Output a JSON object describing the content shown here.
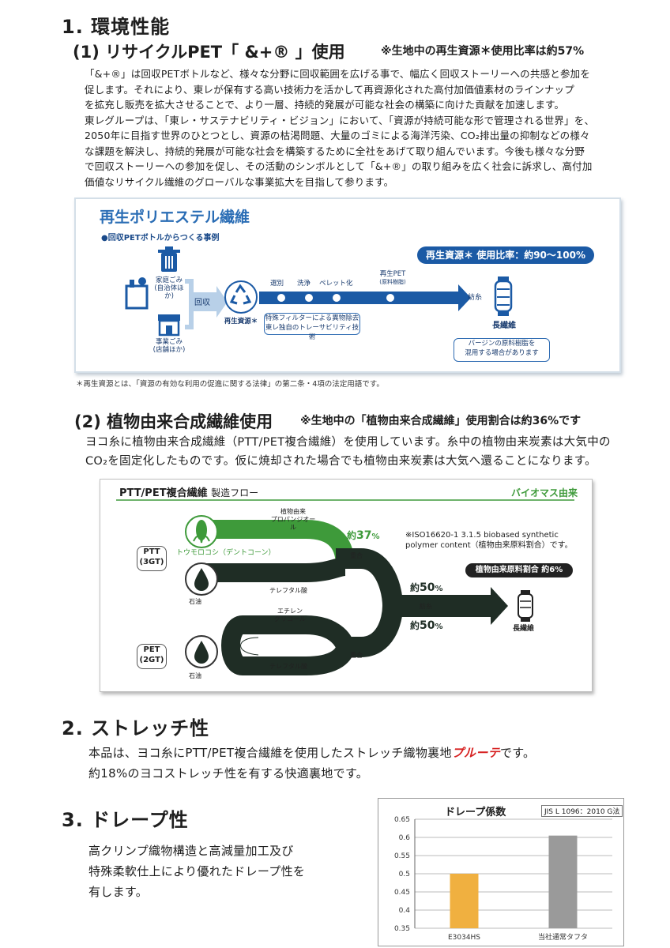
{
  "s1": {
    "title": "1. 環境性能",
    "sub_title": "(1) リサイクルPET「 &+® 」使用",
    "sub_note": "※生地中の再生資源＊使用比率は約57%",
    "para": [
      "「&+®」は回収PETボトルなど、様々な分野に回収範囲を広げる事で、幅広く回収ストーリーへの共感と参加を",
      "促します。それにより、東レが保有する高い技術力を活かして再資源化された高付加価値素材のラインナップ",
      "を拡充し販売を拡大させることで、より一層、持続的発展が可能な社会の構築に向けた貢献を加速します。",
      "東レグループは、「東レ・サステナビリティ・ビジョン」において、「資源が持続可能な形で管理される世界」を、",
      "2050年に目指す世界のひとつとし、資源の枯渇問題、大量のゴミによる海洋汚染、CO₂排出量の抑制などの様々",
      "な課題を解決し、持続的発展が可能な社会を構築するために全社をあげて取り組んでいます。今後も様々な分野",
      "で回収ストーリーへの参加を促し、その活動のシンボルとして「&+®」の取り組みを広く社会に訴求し、高付加",
      "価値なリサイクル繊維のグローバルな事業拡大を目指して参ります。"
    ]
  },
  "recycle": {
    "title": "再生ポリエステル繊維",
    "subtitle": "●回収PETボトルからつくる事例",
    "ratio_pill": "再生資源＊ 使用比率：約90〜100%",
    "home_waste": "家庭ごみ",
    "home_waste_sub": "(自治体ほか)",
    "biz_waste": "事業ごみ",
    "biz_waste_sub": "(店舗ほか)",
    "collect": "回収",
    "resource": "再生資源＊",
    "step_sort": "選別",
    "step_wash": "洗浄",
    "step_pellet": "ペレット化",
    "step_pet": "再生PET",
    "step_pet_sub": "(原料樹脂)",
    "spin": "紡糸",
    "fiber": "長繊維",
    "filter_box": [
      "特殊フィルターによる異物除去",
      "東レ独自のトレーサビリティ技術"
    ],
    "virgin_box": [
      "バージンの原料樹脂を",
      "混用する場合があります"
    ],
    "footnote": "＊再生資源とは、「資源の有効な利用の促進に関する法律」の第二条・4項の法定用語です。"
  },
  "s12": {
    "title": "(2) 植物由来合成繊維使用",
    "note": "※生地中の「植物由来合成繊維」使用割合は約36%です",
    "para": [
      "ヨコ糸に植物由来合成繊維（PTT/PET複合繊維）を使用しています。糸中の植物由来炭素は大気中の",
      "CO₂を固定化したものです。仮に焼却された場合でも植物由来炭素は大気へ還ることになります。"
    ]
  },
  "ptt": {
    "title": "PTT/PET複合繊維",
    "title_sub": "製造フロー",
    "biomass": "バイオマス由来",
    "ptt_badge": [
      "PTT",
      "(3GT)"
    ],
    "pet_badge": [
      "PET",
      "(2GT)"
    ],
    "corn": "トウモロコシ（デントコーン）",
    "oil1": "石油",
    "oil2": "石油",
    "plant_pdo": [
      "植物由来",
      "プロパンジオール"
    ],
    "tpa1": "テレフタル酸",
    "tpa2": "テレフタル酸",
    "eg": [
      "エチレン",
      "グリコール"
    ],
    "poly1": "重合",
    "poly2": "重合",
    "spin": "紡糸",
    "fiber": "長繊維",
    "pct37_a": "約",
    "pct37_b": "37",
    "pct37_c": "%",
    "pct50a_a": "約",
    "pct50a_b": "50",
    "pct50a_c": "%",
    "pct50b_a": "約",
    "pct50b_b": "50",
    "pct50b_c": "%",
    "iso": [
      "※ISO16620-1 3.1.5 biobased synthetic",
      "polymer content（植物由来原料割合）です。"
    ],
    "plant_ratio": "植物由来原料割合 約6%"
  },
  "s2": {
    "title": "2. ストレッチ性",
    "line1_a": "本品は、ヨコ糸にPTT/PET複合繊維を使用したストレッチ織物裏地",
    "brand": "プルーテ",
    "line1_b": "です。",
    "line2": "約18%のヨコストレッチ性を有する快適裏地です。"
  },
  "s3": {
    "title": "3. ドレープ性",
    "para": [
      "高クリンプ織物構造と高減量加工及び",
      "特殊柔軟仕上により優れたドレープ性を",
      "有します。"
    ]
  },
  "chart_data": {
    "type": "bar",
    "title": "ドレープ係数",
    "standard": "JIS L 1096：2010 G法",
    "categories": [
      "E3034HS",
      "当社通常タフタ"
    ],
    "values": [
      0.5,
      0.605
    ],
    "colors": [
      "#f0b040",
      "#9a9a9a"
    ],
    "ylim": [
      0.35,
      0.65
    ],
    "yticks": [
      "0.65",
      "0.6",
      "0.55",
      "0.5",
      "0.45",
      "0.4",
      "0.35"
    ],
    "grid": true
  },
  "colors": {
    "accent_blue": "#1b5aa5",
    "accent_green": "#3e9a3a",
    "dark": "#1f2d25",
    "brand_red": "#d62020"
  }
}
